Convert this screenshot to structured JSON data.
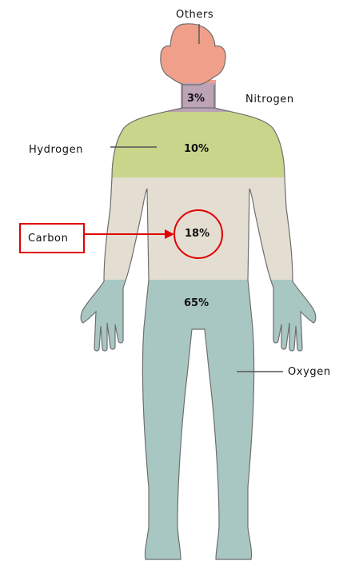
{
  "labels": {
    "others": "Others",
    "nitrogen": "Nitrogen",
    "hydrogen": "Hydrogen",
    "carbon": "Carbon",
    "oxygen": "Oxygen"
  },
  "percentages": {
    "nitrogen": "3%",
    "hydrogen": "10%",
    "carbon": "18%",
    "oxygen": "65%"
  },
  "colors": {
    "others": "#f0a08a",
    "nitrogen": "#bca3b6",
    "hydrogen": "#c9d58a",
    "carbon": "#e4ddd2",
    "oxygen": "#a9c7c2",
    "outline": "#6e6e6e",
    "highlight": "#e00000"
  }
}
